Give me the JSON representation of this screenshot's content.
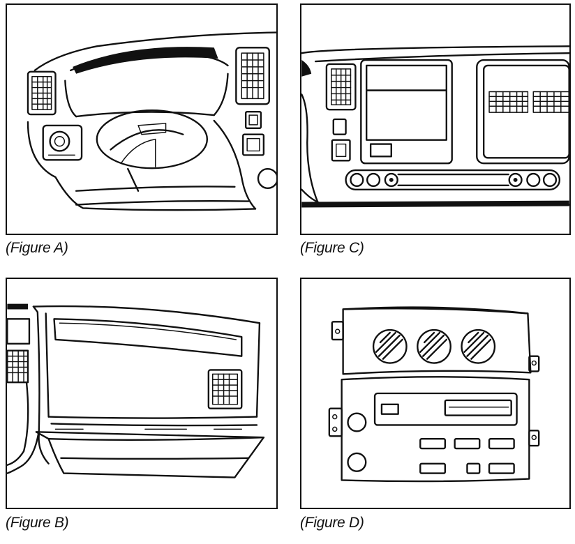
{
  "figures": {
    "a": {
      "caption": "(Figure A)"
    },
    "b": {
      "caption": "(Figure B)"
    },
    "c": {
      "caption": "(Figure C)"
    },
    "d": {
      "caption": "(Figure D)"
    }
  }
}
